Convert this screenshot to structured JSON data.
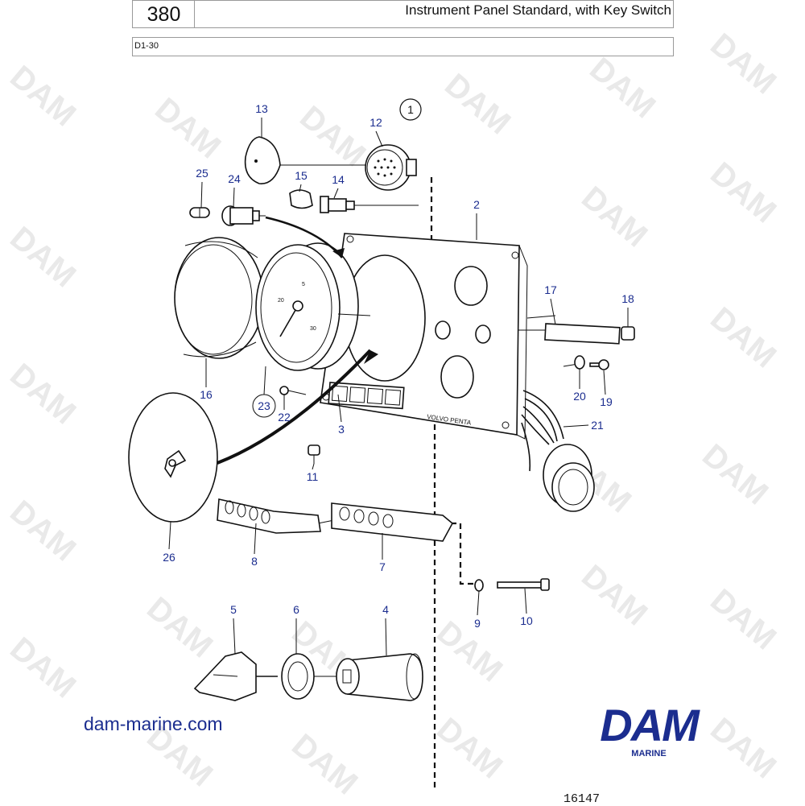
{
  "header": {
    "page_number": "380",
    "title": "Instrument Panel Standard, with Key Switch",
    "model_code": "D1-30"
  },
  "diagram": {
    "section_marker": "1",
    "callouts": [
      "13",
      "12",
      "15",
      "14",
      "25",
      "24",
      "2",
      "17",
      "18",
      "20",
      "19",
      "21",
      "16",
      "23",
      "22",
      "3",
      "11",
      "26",
      "8",
      "7",
      "9",
      "10",
      "5",
      "6",
      "4"
    ],
    "watermark_text": "DAM",
    "drawing_number": "16147"
  },
  "footer": {
    "website": "dam-marine.com",
    "brand_name": "DAM",
    "brand_subtitle": "MARINE"
  },
  "colors": {
    "label_blue": "#1b2d8f",
    "line_black": "#111111",
    "watermark_gray": "#e9e9e9"
  }
}
